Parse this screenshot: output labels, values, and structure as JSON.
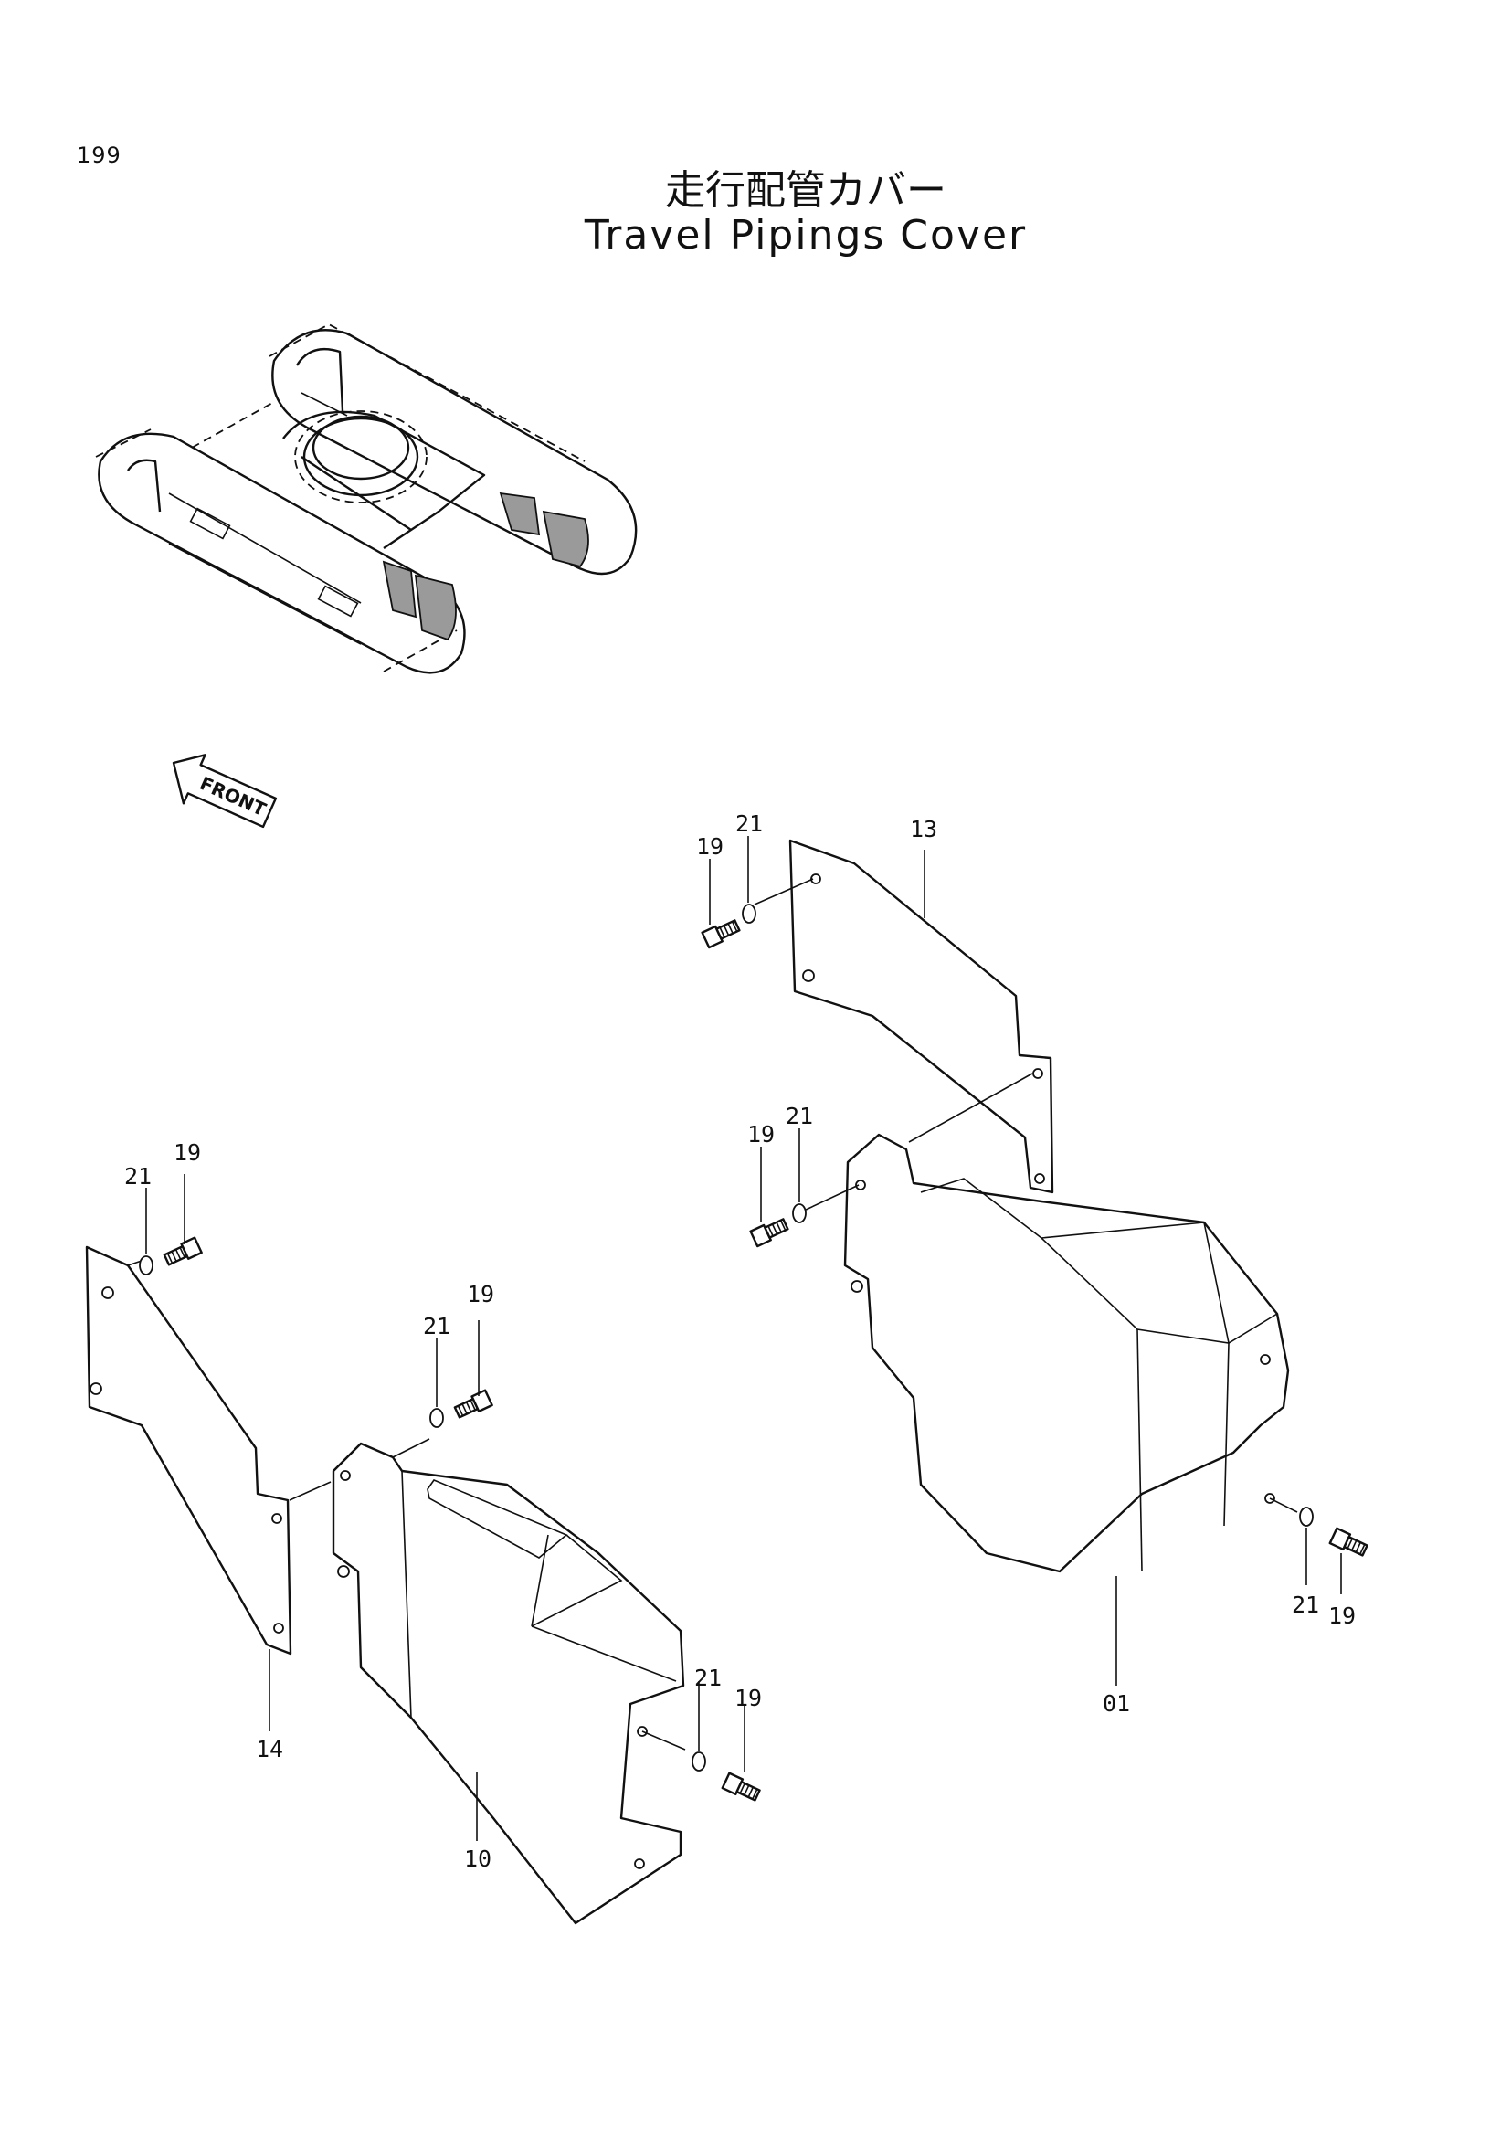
{
  "page": {
    "number": "199"
  },
  "title": {
    "japanese": "走行配管カバー",
    "english": "Travel Pipings Cover"
  },
  "direction_marker": {
    "text": "FRONT",
    "icon": "arrow-left-icon"
  },
  "parts": [
    {
      "id": "01"
    },
    {
      "id": "10"
    },
    {
      "id": "13"
    },
    {
      "id": "14"
    },
    {
      "id": "19"
    },
    {
      "id": "21"
    }
  ],
  "callouts": {
    "c13": "13",
    "c21a": "21",
    "c19a": "19",
    "c21b": "21",
    "c19b": "19",
    "c21c": "21",
    "c19c": "19",
    "c21d": "21",
    "c19d": "19",
    "c21e": "21",
    "c19e": "19",
    "c21f": "21",
    "c19f": "19",
    "c14": "14",
    "c10": "10",
    "c01": "01"
  }
}
